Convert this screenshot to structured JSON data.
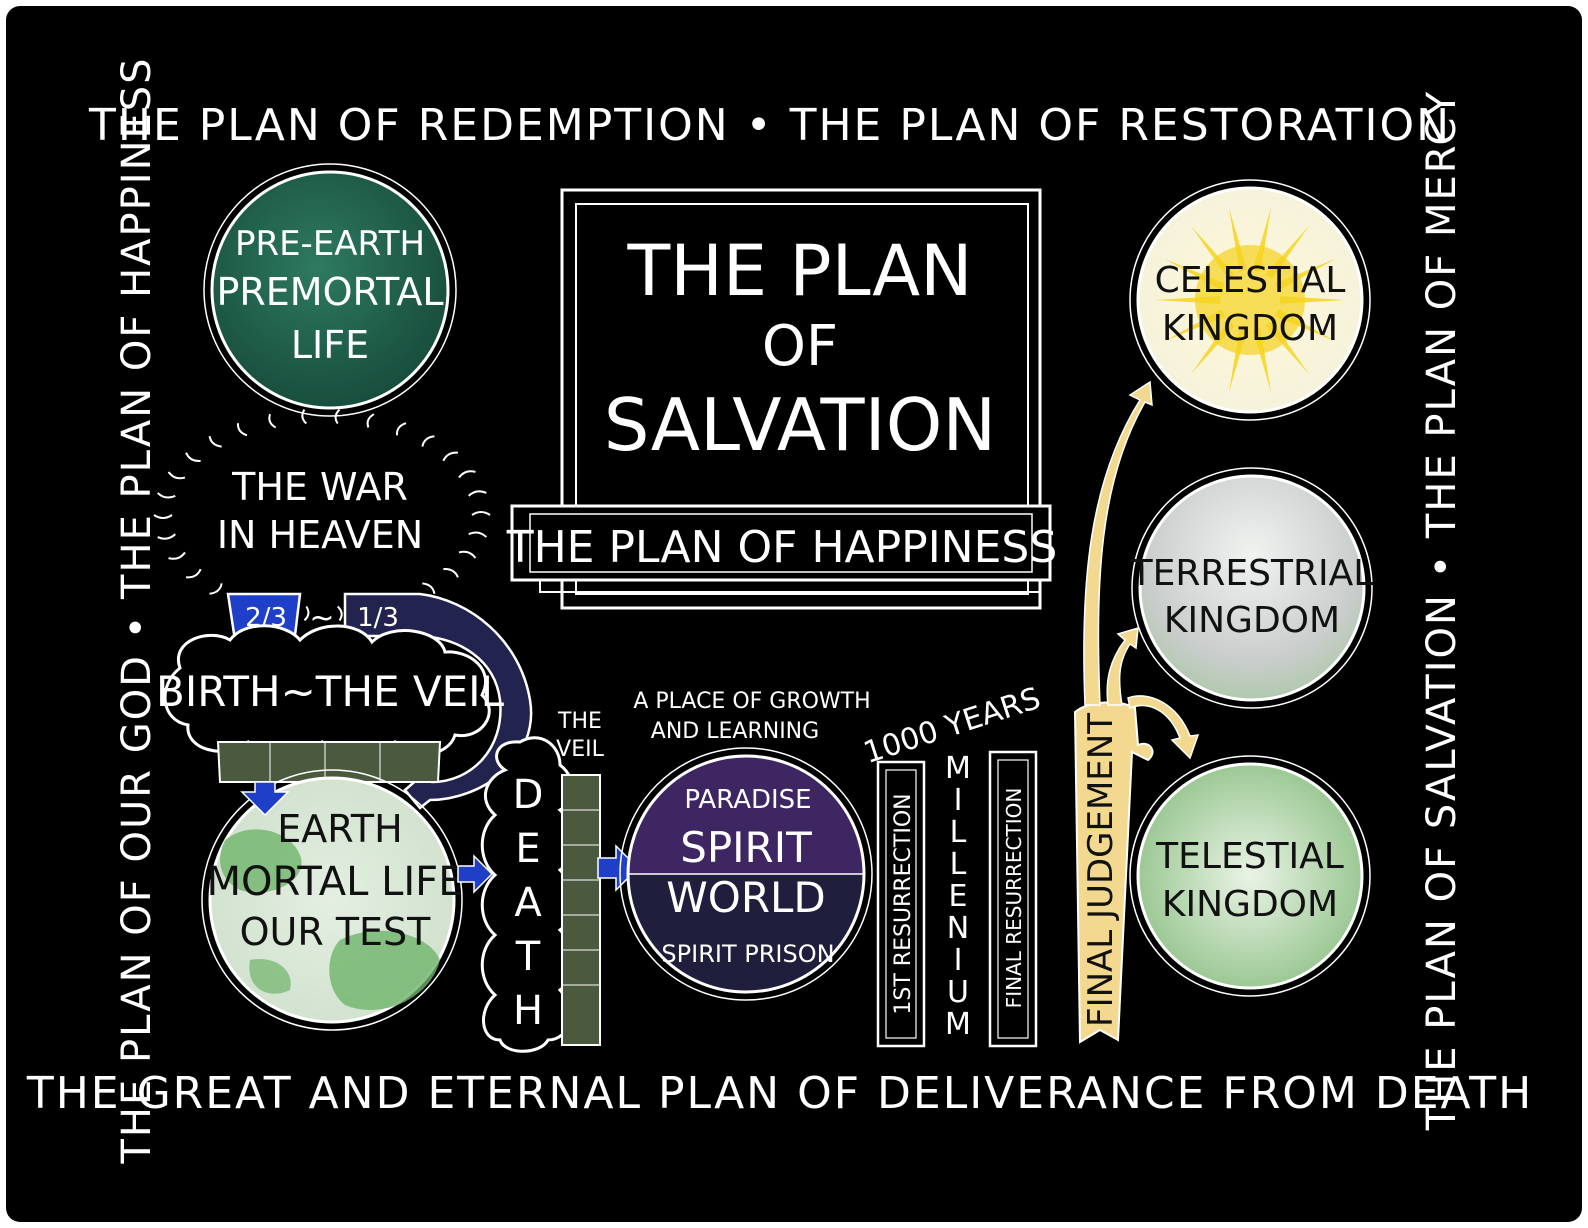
{
  "border_texts": {
    "top": "THE PLAN OF REDEMPTION • THE PLAN OF RESTORATION",
    "bottom": "THE GREAT AND ETERNAL PLAN OF DELIVERANCE FROM DEATH",
    "left": "THE PLAN OF OUR GOD • THE PLAN OF HAPPINESS",
    "right": "THE PLAN OF SALVATION • THE PLAN OF MERCY"
  },
  "title": {
    "line1": "THE PLAN",
    "line2": "OF",
    "line3": "SALVATION",
    "banner": "THE PLAN OF HAPPINESS"
  },
  "pre_earth": {
    "line1": "PRE-EARTH",
    "line2": "PREMORTAL",
    "line3": "LIFE"
  },
  "war": {
    "line1": "THE WAR",
    "line2": "IN HEAVEN"
  },
  "fractions": {
    "left": "2/3",
    "tilde": "~",
    "right": "1/3"
  },
  "birth": "BIRTH~THE VEIL",
  "earth": {
    "line1": "EARTH",
    "line2": "MORTAL LIFE",
    "line3": "OUR TEST"
  },
  "death": [
    "D",
    "E",
    "A",
    "T",
    "H"
  ],
  "veil": {
    "line1": "THE",
    "line2": "VEIL"
  },
  "growth": {
    "line1": "A PLACE OF GROWTH",
    "line2": "AND LEARNING"
  },
  "spirit_world": {
    "paradise": "PARADISE",
    "line1": "SPIRIT",
    "line2": "WORLD",
    "prison": "SPIRIT PRISON"
  },
  "millenium": {
    "years": "1000 YEARS",
    "letters": [
      "M",
      "I",
      "L",
      "L",
      "E",
      "N",
      "I",
      "U",
      "M"
    ],
    "first_resurrection": "1ST RESURRECTION",
    "final_resurrection": "FINAL RESURRECTION"
  },
  "judgement": "FINAL JUDGEMENT",
  "kingdoms": {
    "celestial": {
      "line1": "CELESTIAL",
      "line2": "KINGDOM"
    },
    "terrestrial": {
      "line1": "TERRESTRIAL",
      "line2": "KINGDOM"
    },
    "telestial": {
      "line1": "TELESTIAL",
      "line2": "KINGDOM"
    }
  },
  "colors": {
    "background": "#000000",
    "premortal_green": "#1f5f4a",
    "earth_green": "#7cbf7a",
    "spirit_purple": "#3e2663",
    "spirit_navy": "#1f1f3d",
    "celestial_yellow": "#f5d31f",
    "terrestrial_gray": "#c4c8c6",
    "telestial_green": "#9fcb95",
    "banner_tan": "#f2d98f",
    "blue_arrow": "#1f3fc9",
    "olive": "#4b5a3f"
  }
}
